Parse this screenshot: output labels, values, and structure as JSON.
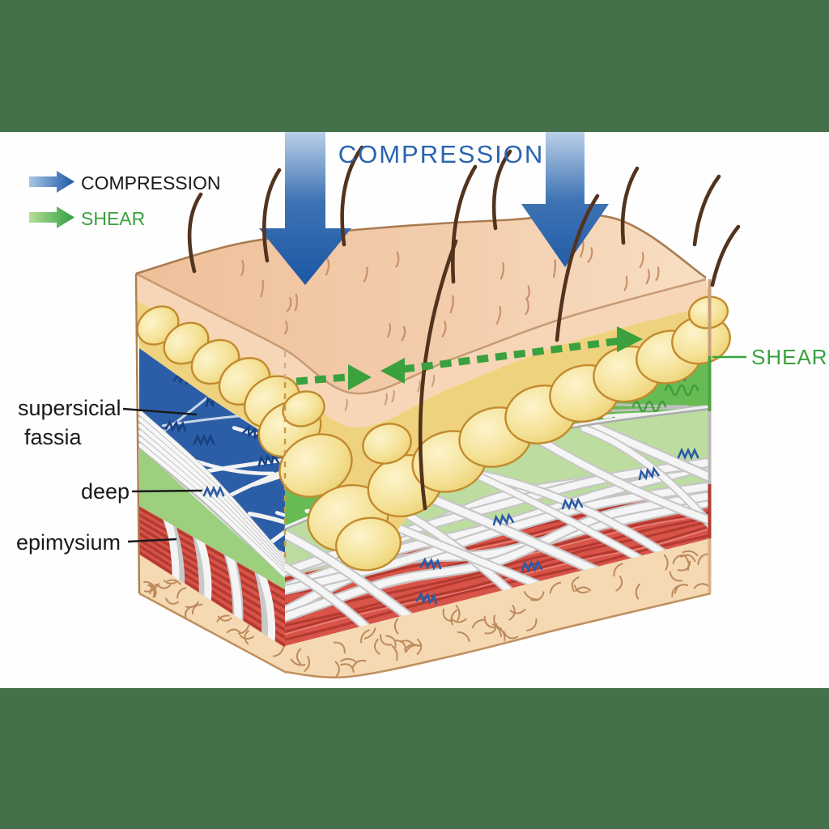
{
  "title": "COMPRESSION",
  "legend": {
    "compression_label": "COMPRESSION",
    "shear_label": "SHEAR"
  },
  "labels": {
    "superficial_line1": "supersicial",
    "superficial_line2": "fassia",
    "deep": "deep",
    "epimysium": "epimysium",
    "shear_callout": "SHEAR"
  },
  "colors": {
    "background_green": "#447149",
    "title_blue": "#2A64AE",
    "compression_arrow_blue": "#1C57A4",
    "shear_green": "#3AA13E",
    "legend_text_black": "#1A1A1A",
    "skin_peach": "#F2C7A3",
    "fat_yellow": "#F5E098",
    "superficial_fascia_blue": "#2C5EA7",
    "fascia_bright_green": "#67BB53",
    "deep_fascia_light_green": "#BCDCA0",
    "muscle_red": "#D85348",
    "subcutis_tan": "#F5D9B2"
  }
}
